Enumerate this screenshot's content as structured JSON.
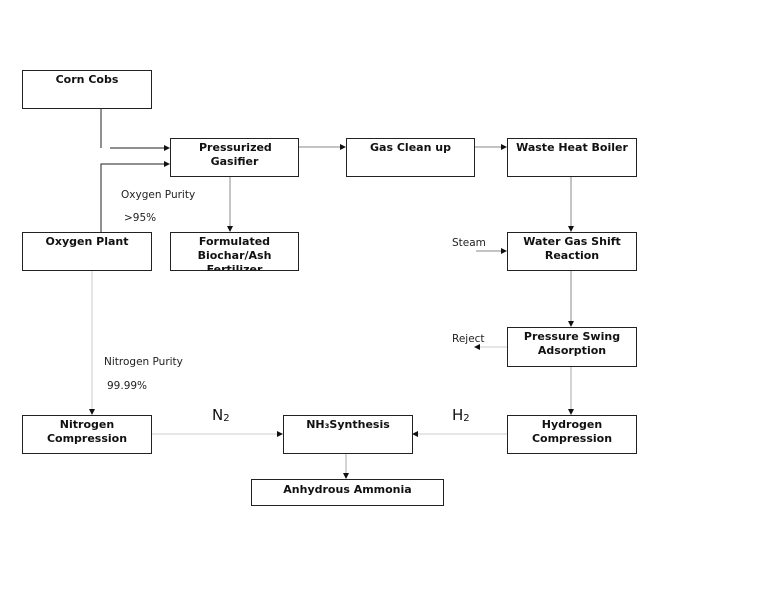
{
  "boxes": {
    "corn_cobs": "Corn Cobs",
    "gasifier": "Pressurized Gasifier",
    "gas_clean": "Gas Clean up",
    "waste_heat": "Waste Heat Boiler",
    "oxygen_plant": "Oxygen Plant",
    "biochar": "Formulated Biochar/Ash Fertilizer",
    "water_gas_shift": "Water Gas Shift Reaction",
    "psa": "Pressure Swing Adsorption",
    "nitrogen_comp": "Nitrogen Compression",
    "nh3_synthesis": "NH₃Synthesis",
    "hydrogen_comp": "Hydrogen Compression",
    "ammonia": "Anhydrous Ammonia"
  },
  "labels": {
    "oxygen_purity": "Oxygen Purity",
    "oxygen_value": ">95%",
    "nitrogen_purity": "Nitrogen Purity",
    "nitrogen_value": "99.99%",
    "steam": "Steam",
    "reject": "Reject",
    "n2_base": "N",
    "n2_sub": "2",
    "h2_base": "H",
    "h2_sub": "2"
  }
}
